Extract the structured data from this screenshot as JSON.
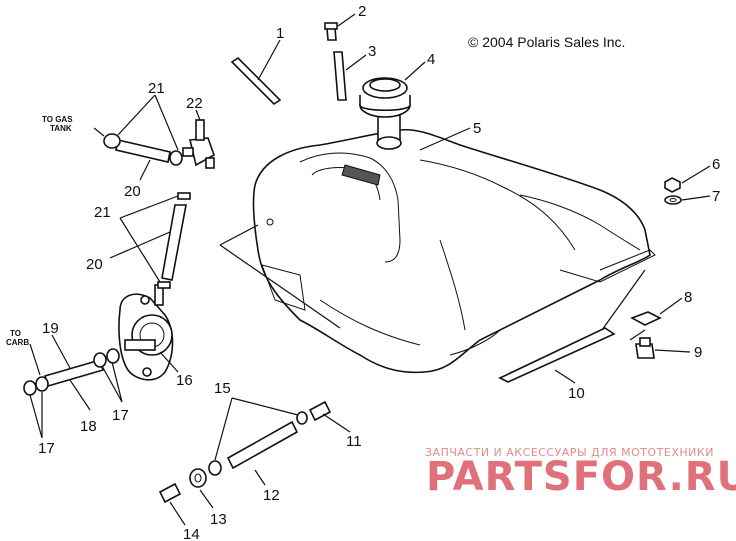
{
  "copyright": "© 2004 Polaris Sales Inc.",
  "notes": {
    "to_gas_tank_line1": "TO GAS",
    "to_gas_tank_line2": "TANK",
    "to_carb_line1": "TO",
    "to_carb_line2": "CARB"
  },
  "callouts": {
    "c1": "1",
    "c2": "2",
    "c3": "3",
    "c4": "4",
    "c5": "5",
    "c6": "6",
    "c7": "7",
    "c8": "8",
    "c9": "9",
    "c10": "10",
    "c11": "11",
    "c12": "12",
    "c13": "13",
    "c14": "14",
    "c15": "15",
    "c16": "16",
    "c17a": "17",
    "c17b": "17",
    "c18": "18",
    "c19": "19",
    "c20a": "20",
    "c20b": "20",
    "c21a": "21",
    "c21b": "21",
    "c22": "22"
  },
  "watermark": {
    "subtitle": "ЗАПЧАСТИ И АКСЕССУАРЫ ДЛЯ МОТОТЕХНИКИ",
    "brand": "PARTSFOR.RU"
  }
}
